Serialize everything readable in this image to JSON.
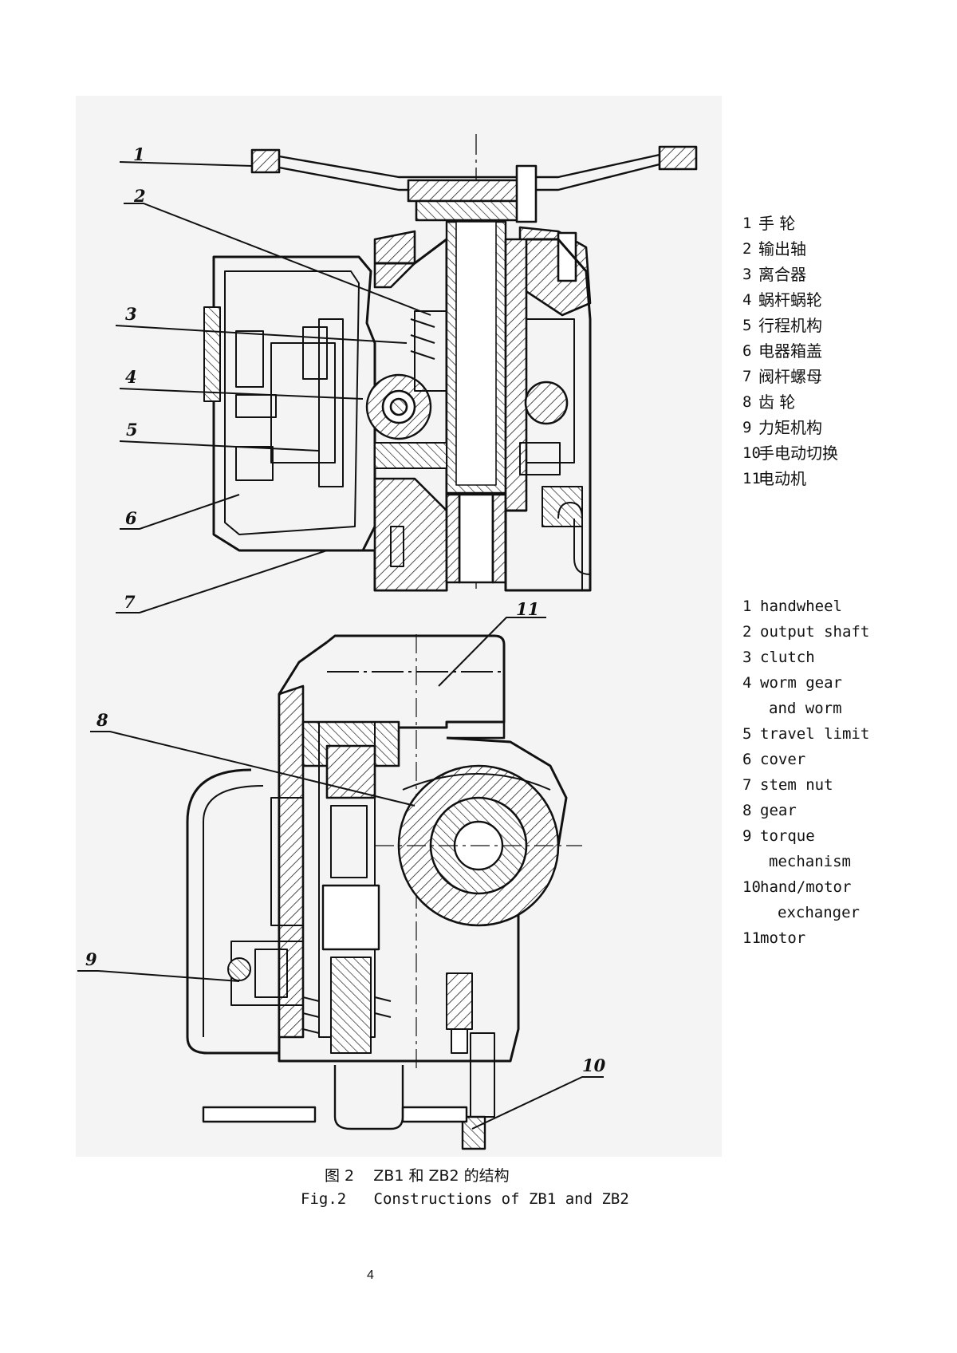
{
  "figure": {
    "top_callouts": [
      "1",
      "2",
      "3",
      "4",
      "5",
      "6",
      "7"
    ],
    "bottom_callouts": [
      "11",
      "8",
      "9",
      "10"
    ]
  },
  "legend_cn": [
    {
      "num": "1",
      "text": "手 轮"
    },
    {
      "num": "2",
      "text": "输出轴"
    },
    {
      "num": "3",
      "text": "离合器"
    },
    {
      "num": "4",
      "text": "蜗杆蜗轮"
    },
    {
      "num": "5",
      "text": "行程机构"
    },
    {
      "num": "6",
      "text": "电器箱盖"
    },
    {
      "num": "7",
      "text": "阀杆螺母"
    },
    {
      "num": "8",
      "text": "齿 轮"
    },
    {
      "num": "9",
      "text": "力矩机构"
    },
    {
      "num": "10",
      "text": "手电动切换"
    },
    {
      "num": "11",
      "text": "电动机"
    }
  ],
  "legend_en": [
    {
      "num": "1",
      "text": "handwheel"
    },
    {
      "num": "2",
      "text": "output shaft"
    },
    {
      "num": "3",
      "text": "clutch"
    },
    {
      "num": "4",
      "text": "worm gear",
      "cont": "and worm"
    },
    {
      "num": "5",
      "text": "travel limit"
    },
    {
      "num": "6",
      "text": "cover"
    },
    {
      "num": "7",
      "text": "stem nut"
    },
    {
      "num": "8",
      "text": "gear"
    },
    {
      "num": "9",
      "text": "torque",
      "cont": "mechanism"
    },
    {
      "num": "10",
      "text": "hand/motor",
      "cont": "exchanger"
    },
    {
      "num": "11",
      "text": "motor"
    }
  ],
  "caption": {
    "cn": "图 2    ZB1 和 ZB2 的结构",
    "en": "Fig.2   Constructions of ZB1 and ZB2"
  },
  "page_number": "4"
}
